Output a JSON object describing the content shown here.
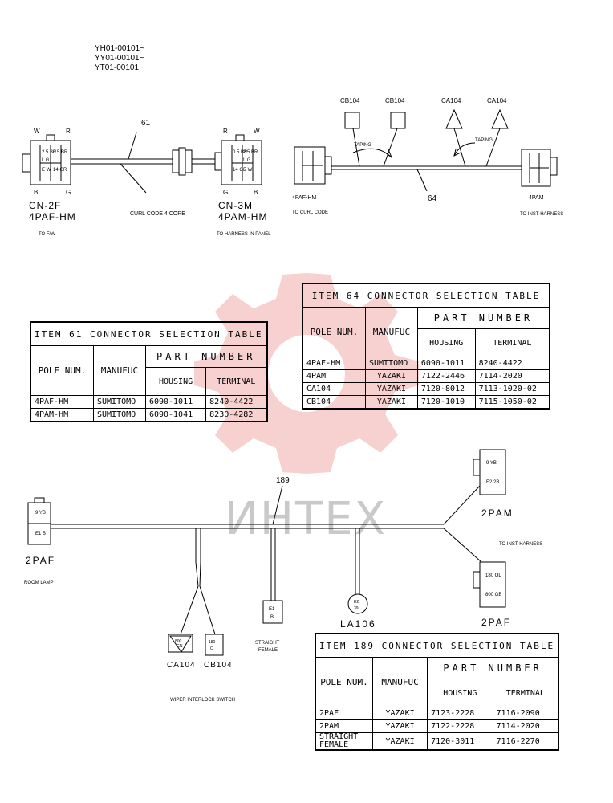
{
  "serials": [
    "YH01-00101~",
    "YY01-00101~",
    "YT01-00101~"
  ],
  "watermark": "ИНТЕХ",
  "top_left": {
    "item_number": "61",
    "left_connector": {
      "wire_labels": [
        "W",
        "R",
        "B",
        "G"
      ],
      "pins": [
        "2.5 BR",
        "0.5 BR",
        "L G",
        "E W",
        "14 GR"
      ],
      "name": "CN-2F",
      "type": "4PAF-HM",
      "destination": "TO F/W"
    },
    "cable_label": "CURL CODE 4 CORE",
    "right_connector": {
      "wire_labels": [
        "R",
        "W",
        "G",
        "B"
      ],
      "pins": [
        "0.5 BR",
        "2.5 BR",
        "L G",
        "14 GR",
        "E W"
      ],
      "name": "CN-3M",
      "type": "4PAM-HM",
      "destination": "TO HARNESS IN PANEL"
    }
  },
  "top_right": {
    "item_number": "64",
    "tags": [
      "CB104",
      "CB104",
      "CA104",
      "CA104"
    ],
    "taping_labels": [
      "TAPING",
      "TAPING"
    ],
    "left_connector": {
      "type": "4PAF-HM",
      "destination": "TO CURL CODE"
    },
    "right_connector": {
      "type": "4PAM",
      "destination": "TO INST-HARNESS"
    }
  },
  "bottom": {
    "item_number": "189",
    "room_lamp": {
      "type": "2PAF",
      "destination": "ROOM LAMP",
      "pins": [
        "9 YB",
        "E1 B"
      ]
    },
    "pam": {
      "type": "2PAM",
      "destination": "TO INST-HARNESS",
      "pins": [
        "9 YB",
        "E2 2B"
      ]
    },
    "paf": {
      "type": "2PAF",
      "pins": [
        "180 OL",
        "800 GB"
      ]
    },
    "la106": {
      "name": "LA106",
      "pins": [
        "E2",
        "39"
      ]
    },
    "straight_female": {
      "label_line1": "STRAIGHT",
      "label_line2": "FEMALE",
      "pins": [
        "E1",
        "B"
      ]
    },
    "ca104": {
      "name": "CA104",
      "pins": [
        "800",
        "GN"
      ]
    },
    "cb104": {
      "name": "CB104",
      "pins": [
        "180",
        "O"
      ]
    },
    "switch_label": "WIPER INTERLOCK SWITCH"
  },
  "table_61": {
    "title": "ITEM 61 CONNECTOR SELECTION TABLE",
    "pole_header": "POLE NUM.",
    "manuf_header": "MANUFUC",
    "part_header": "PART NUMBER",
    "housing_header": "HOUSING",
    "terminal_header": "TERMINAL",
    "rows": [
      {
        "pole": "4PAF-HM",
        "manuf": "SUMITOMO",
        "housing": "6090-1011",
        "terminal": "8240-4422"
      },
      {
        "pole": "4PAM-HM",
        "manuf": "SUMITOMO",
        "housing": "6090-1041",
        "terminal": "8230-4282"
      }
    ]
  },
  "table_64": {
    "title": "ITEM 64 CONNECTOR SELECTION TABLE",
    "pole_header": "POLE NUM.",
    "manuf_header": "MANUFUC",
    "part_header": "PART NUMBER",
    "housing_header": "HOUSING",
    "terminal_header": "TERMINAL",
    "rows": [
      {
        "pole": "4PAF-HM",
        "manuf": "SUMITOMO",
        "housing": "6090-1011",
        "terminal": "8240-4422"
      },
      {
        "pole": "4PAM",
        "manuf": "YAZAKI",
        "housing": "7122-2446",
        "terminal": "7114-2020"
      },
      {
        "pole": "CA104",
        "manuf": "YAZAKI",
        "housing": "7120-8012",
        "terminal": "7113-1020-02"
      },
      {
        "pole": "CB104",
        "manuf": "YAZAKI",
        "housing": "7120-1010",
        "terminal": "7115-1050-02"
      }
    ]
  },
  "table_189": {
    "title": "ITEM 189 CONNECTOR SELECTION TABLE",
    "pole_header": "POLE NUM.",
    "manuf_header": "MANUFUC",
    "part_header": "PART NUMBER",
    "housing_header": "HOUSING",
    "terminal_header": "TERMINAL",
    "rows": [
      {
        "pole": "2PAF",
        "manuf": "YAZAKI",
        "housing": "7123-2228",
        "terminal": "7116-2090"
      },
      {
        "pole": "2PAM",
        "manuf": "YAZAKI",
        "housing": "7122-2228",
        "terminal": "7114-2020"
      },
      {
        "pole": "STRAIGHT FEMALE",
        "manuf": "YAZAKI",
        "housing": "7120-3011",
        "terminal": "7116-2270"
      }
    ]
  },
  "colors": {
    "ink": "#000000",
    "watermark_red": "#f2b8b8",
    "watermark_text": "#c9c9c9"
  }
}
